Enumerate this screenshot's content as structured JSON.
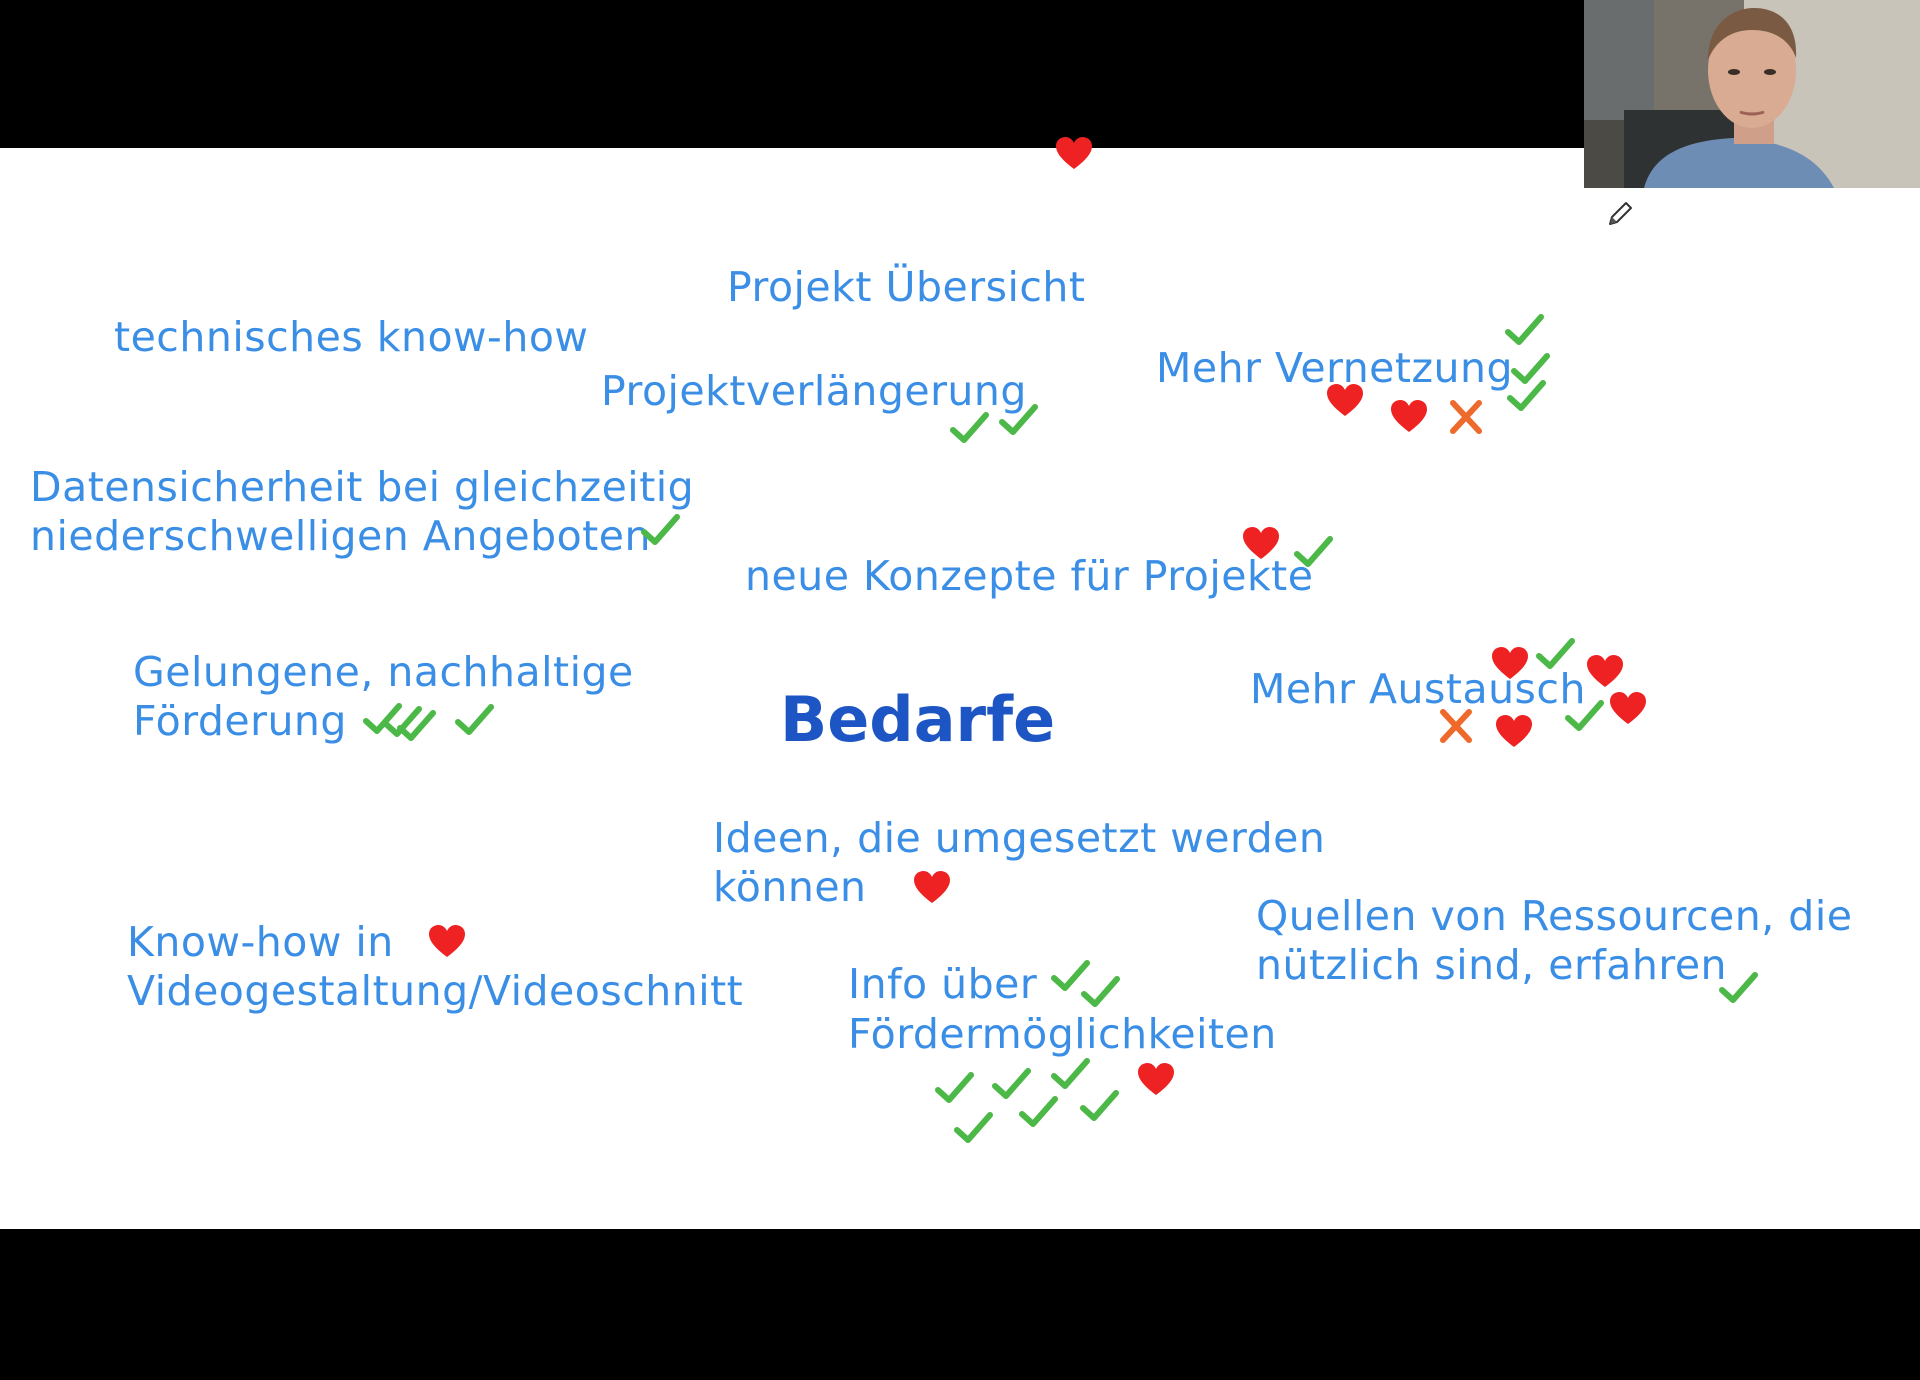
{
  "slide": {
    "title": "Bedarfe",
    "items": {
      "projekt_uebersicht": "Projekt Übersicht",
      "technisches_knowhow": "technisches know-how",
      "projektverlaengerung": "Projektverlängerung",
      "mehr_vernetzung": "Mehr Vernetzung",
      "datensicherheit_line1": "Datensicherheit bei gleichzeitig",
      "datensicherheit_line2": "niederschwelligen Angeboten",
      "neue_konzepte": "neue Konzepte für Projekte",
      "foerderung_line1": "Gelungene, nachhaltige",
      "foerderung_line2": "Förderung",
      "mehr_austausch": "Mehr Austausch",
      "ideen_line1": "Ideen, die umgesetzt werden",
      "ideen_line2": "können",
      "knowhow_video_line1": "Know-how in",
      "knowhow_video_line2": "Videogestaltung/Videoschnitt",
      "quellen_line1": "Quellen von Ressourcen, die",
      "quellen_line2": "nützlich sind, erfahren",
      "info_line1": "Info über",
      "info_line2": "Fördermöglichkeiten"
    }
  },
  "colors": {
    "item_text": "#3a8ee6",
    "title_text": "#1e55c4",
    "check": "#4cb848",
    "heart": "#ee2222",
    "cross": "#ee6a2c",
    "letterbox": "#000000"
  },
  "icons": [
    "check-icon",
    "heart-icon",
    "cross-icon",
    "pen-icon"
  ]
}
